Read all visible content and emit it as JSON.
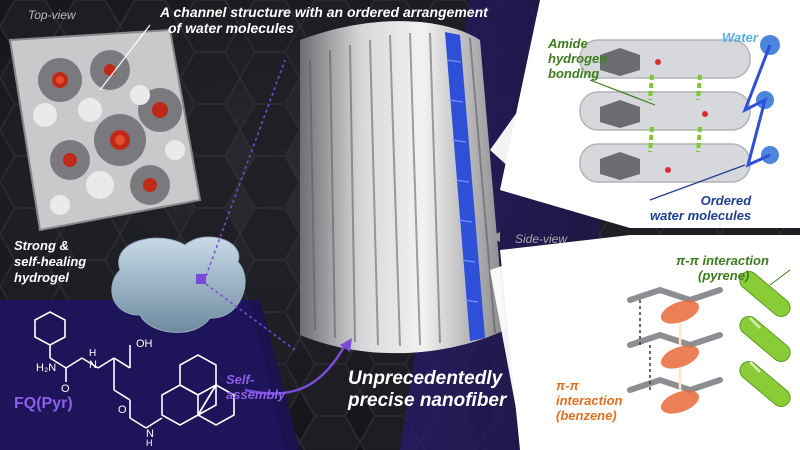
{
  "labels": {
    "top_view": "Top-view",
    "channel_title_line1": "A channel structure with an ordered arrangement",
    "channel_title_line2": "of water molecules",
    "side_view": "Side-view",
    "hydrogel_line1": "Strong &",
    "hydrogel_line2": "self-healing",
    "hydrogel_line3": "hydrogel",
    "compound": "FQ(Pyr)",
    "self_assembly_line1": "Self-",
    "self_assembly_line2": "assembly",
    "nanofiber_line1": "Unprecedentedly",
    "nanofiber_line2": "precise nanofiber",
    "amide_line1": "Amide",
    "amide_line2": "hydrogen",
    "amide_line3": "bonding",
    "water": "Water",
    "ordered_line1": "Ordered",
    "ordered_line2": "water molecules",
    "pyrene_line1": "π-π interaction",
    "pyrene_line2": "(pyrene)",
    "benzene_line1": "π-π",
    "benzene_line2": "interaction",
    "benzene_line3": "(benzene)"
  },
  "structure_atoms": {
    "nh2": "H₂N",
    "nh_top": "H",
    "n_top": "N",
    "oh": "OH",
    "o_top": "O",
    "o_carbonyl": "O",
    "o_amide": "O",
    "n_amide": "N",
    "h_amide": "H"
  },
  "colors": {
    "purple": "#7a4bd6",
    "green_label": "#3e7d1e",
    "blue_label": "#1f3f8f",
    "water_label": "#5aaee6",
    "orange_label": "#e07020",
    "fiber_blue": "#2e4fd8",
    "panel_bg": "#ffffff"
  }
}
